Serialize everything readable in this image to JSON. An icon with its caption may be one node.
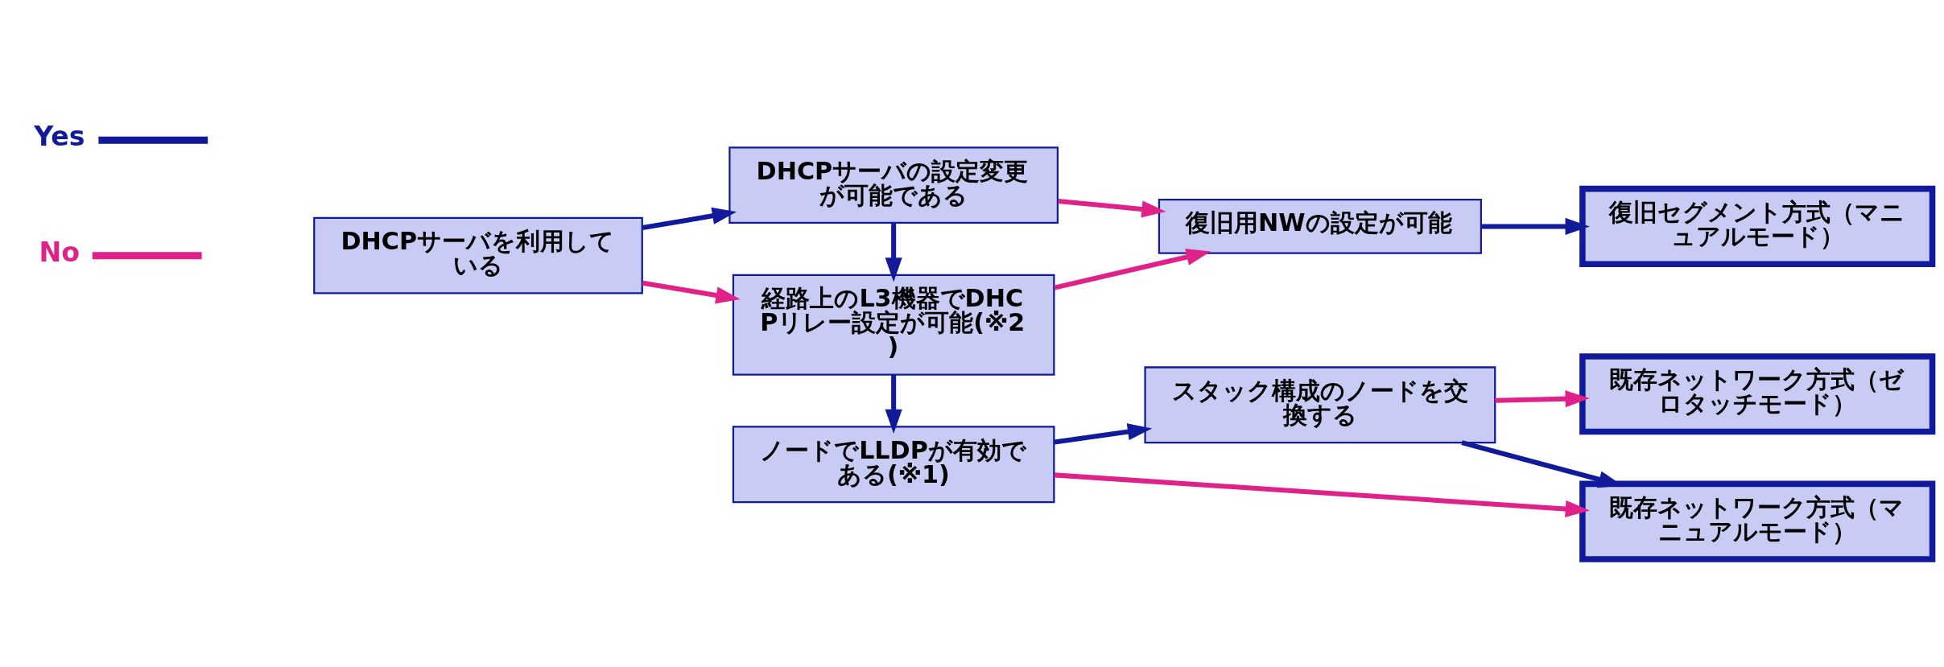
{
  "diagram": {
    "nodes": [
      {
        "text": [
          "ノードでLLDPが有効である(※1)"
        ]
      },
      {
        "text": [
          "スタック構成のノードを交換する"
        ]
      },
      {
        "text": [
          "既存ネットワーク方式（ゼロタッチモード）"
        ]
      },
      {
        "text": [
          "経路上のL3機器でDHCPリレー設定が可能(※2)"
        ]
      },
      {
        "text": [
          "既存ネットワーク方式（マニュアルモード）"
        ]
      },
      {
        "text": [
          "DHCPサーバを利用している"
        ]
      },
      {
        "text": [
          "DHCPサーバの設定変更が可能である"
        ]
      },
      {
        "text": [
          "復旧用NWの設定が可能"
        ]
      },
      {
        "text": [
          "復旧セグメント方式（マニュアルモード）"
        ]
      }
    ],
    "edges": [
      {
        "from": 0,
        "to": 1,
        "arrow": "to"
      },
      {
        "from": 0,
        "to": 4,
        "arrow": "to",
        "color": "#e0218a"
      },
      {
        "from": 1,
        "to": 2,
        "arrow": "to",
        "color": "#e0218a"
      },
      {
        "from": 1,
        "to": 4,
        "arrow": "to"
      },
      {
        "from": 3,
        "to": 0,
        "arrow": "to"
      },
      {
        "from": 3,
        "to": 7,
        "arrow": "to",
        "color": "#e0218a"
      },
      {
        "from": 5,
        "to": 3,
        "arrow": "to",
        "color": "#e0218a"
      },
      {
        "from": 5,
        "to": 6,
        "arrow": "to"
      },
      {
        "from": 6,
        "to": 3,
        "arrow": "to"
      },
      {
        "from": 6,
        "to": 7,
        "arrow": "to",
        "color": "#e0218a"
      },
      {
        "from": 7,
        "to": 8,
        "arrow": "to"
      }
    ],
    "legend": [
      {
        "text": "Yes",
        "color": "#101a9a"
      },
      {
        "text": "No",
        "color": "#e0218a"
      }
    ]
  }
}
